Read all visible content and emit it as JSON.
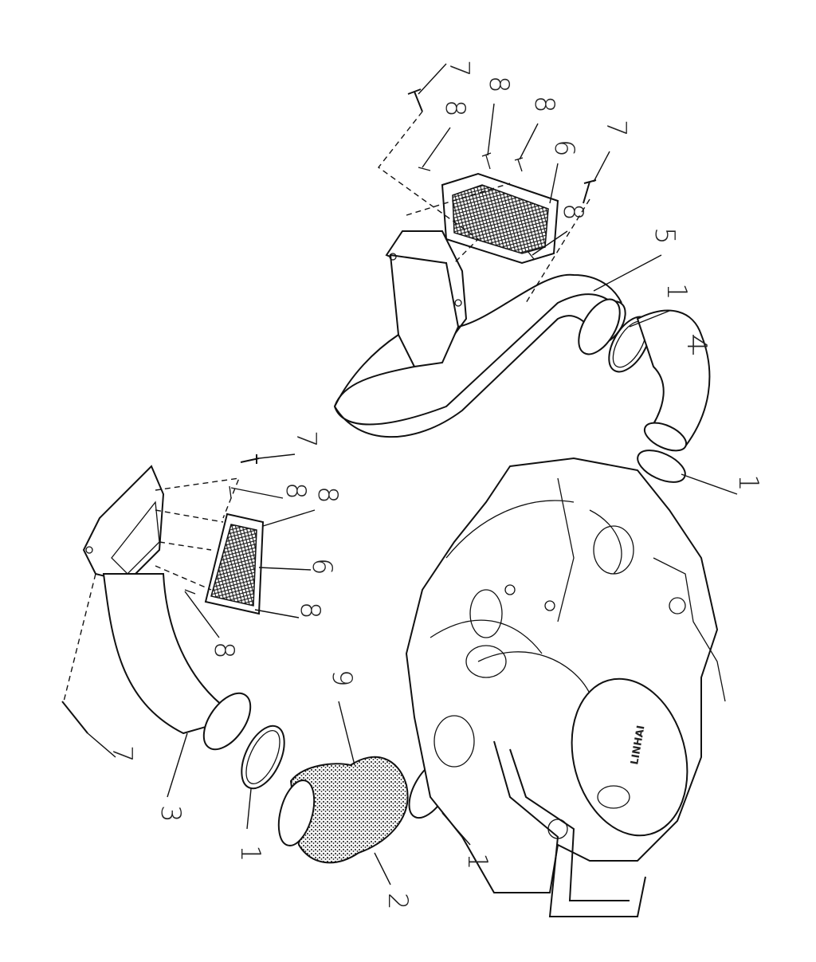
{
  "title": "Air intake duct assembly exploded diagram",
  "engine_logo": "LINHAI",
  "callouts": [
    "7",
    "8",
    "8",
    "8",
    "6",
    "7",
    "8",
    "5",
    "1",
    "4",
    "1",
    "7",
    "8",
    "8",
    "6",
    "8",
    "8",
    "7",
    "3",
    "1",
    "9",
    "2",
    "1"
  ],
  "colors": {
    "line": "#111111",
    "background": "#ffffff"
  }
}
